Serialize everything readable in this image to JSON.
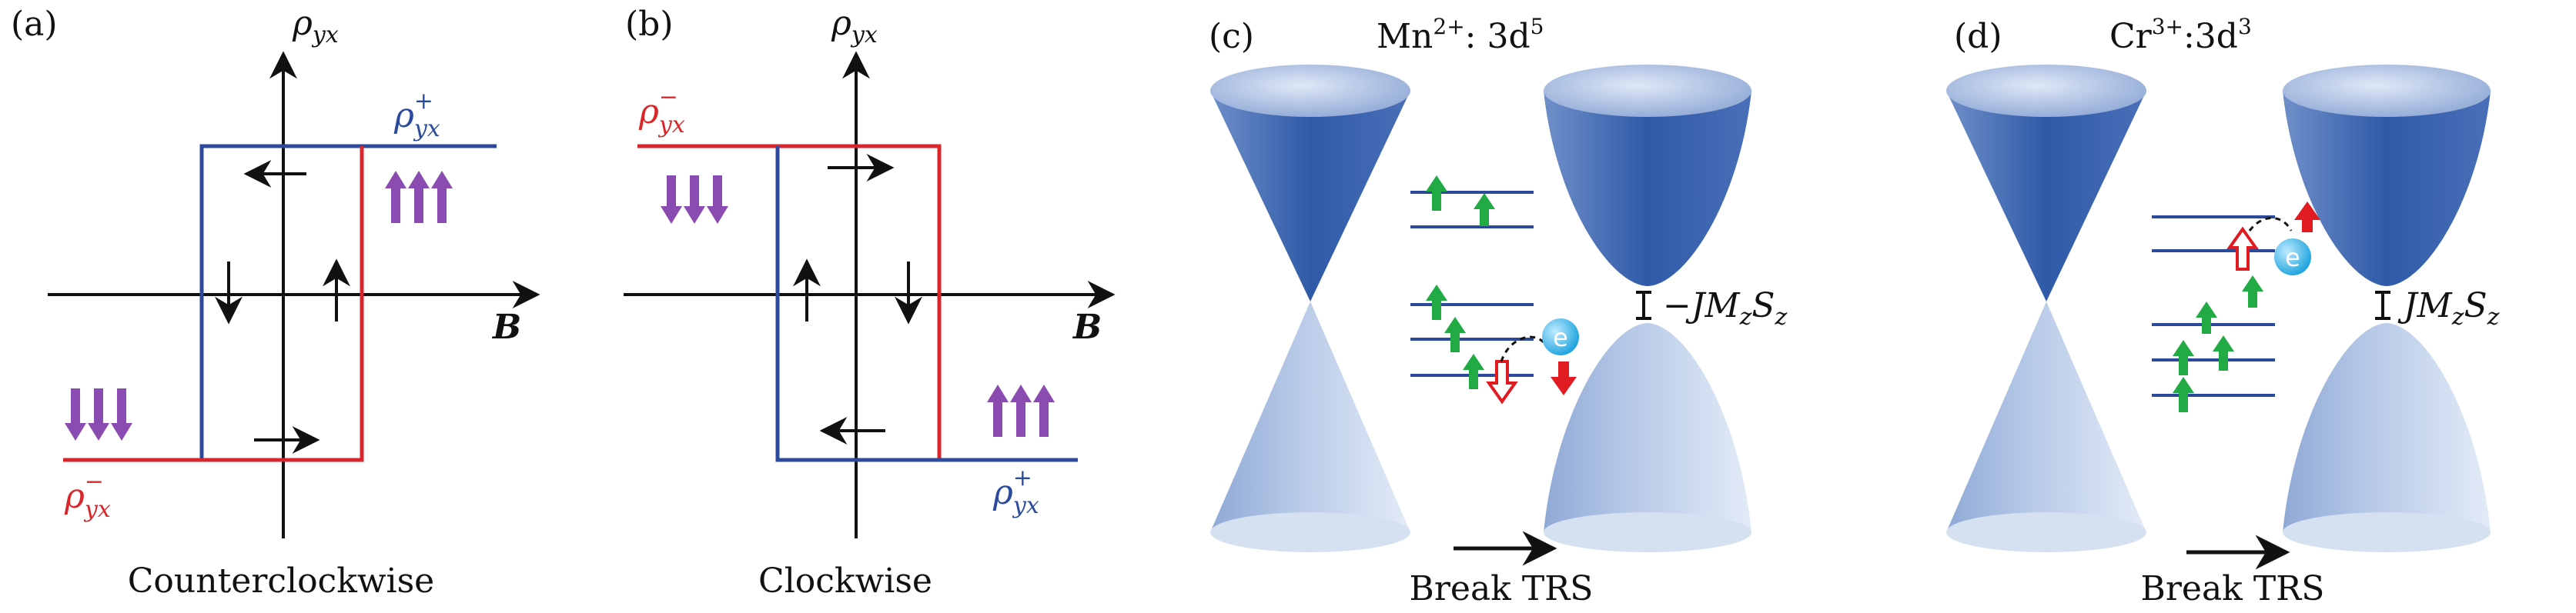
{
  "colors": {
    "red": "#d9262a",
    "blue": "#2c4a9c",
    "purple": "#8a4cb0",
    "green": "#22aa44",
    "arrow_red": "#e11b22",
    "cone_dark": "#2f5aa8",
    "cone_light": "#c9d6ec",
    "electron": "#33b6e8"
  },
  "panel_a": {
    "label": "(a)",
    "axis_y": "ρ",
    "axis_y_sub": "yx",
    "axis_x": "B",
    "curve_top_base": "ρ",
    "curve_top_sub": "yx",
    "curve_top_sup": "+",
    "curve_bottom_base": "ρ",
    "curve_bottom_sub": "yx",
    "curve_bottom_sup": "−",
    "caption": "Counterclockwise"
  },
  "panel_b": {
    "label": "(b)",
    "axis_y": "ρ",
    "axis_y_sub": "yx",
    "axis_x": "B",
    "curve_top_base": "ρ",
    "curve_top_sub": "yx",
    "curve_top_sup": "−",
    "curve_bottom_base": "ρ",
    "curve_bottom_sub": "yx",
    "curve_bottom_sup": "+",
    "caption": "Clockwise"
  },
  "panel_c": {
    "label": "(c)",
    "ion": "Mn",
    "ion_charge": "2+",
    "config_sep": ": 3d",
    "config_exp": "5",
    "electron_label": "e",
    "gap_sign": "−",
    "gap_label": "JM",
    "gap_sub1": "z",
    "gap_S": "S",
    "gap_sub2": "z",
    "caption": "Break TRS"
  },
  "panel_d": {
    "label": "(d)",
    "ion": "Cr",
    "ion_charge": "3+",
    "config_sep": ":3d",
    "config_exp": "3",
    "electron_label": "e",
    "gap_label": "JM",
    "gap_sub1": "z",
    "gap_S": "S",
    "gap_sub2": "z",
    "caption": "Break TRS"
  }
}
